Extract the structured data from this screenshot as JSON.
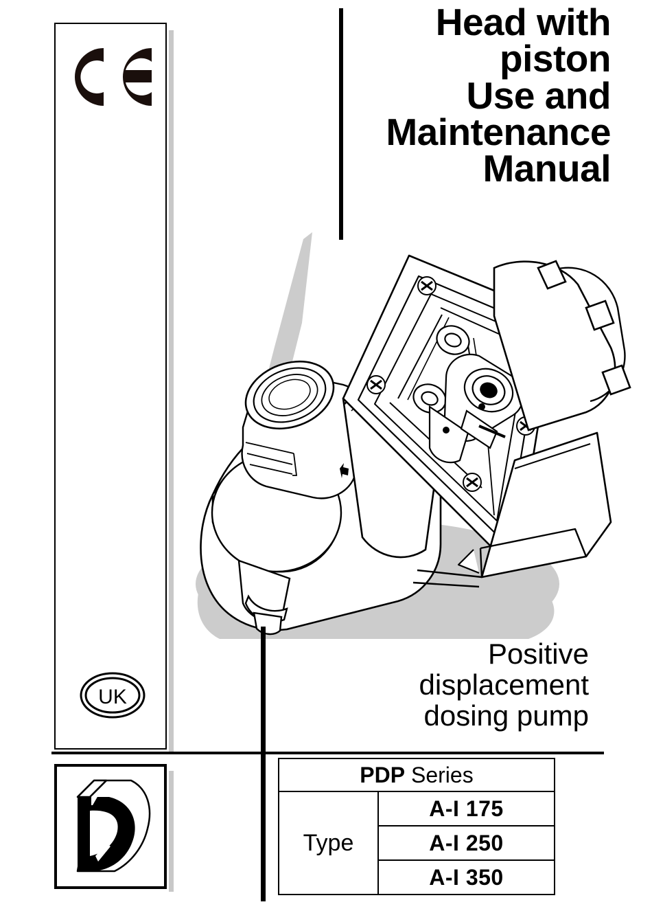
{
  "document": {
    "title_lines": [
      "Head with",
      "piston",
      "Use and",
      "Maintenance",
      "Manual"
    ],
    "subtitle_lines": [
      "Positive",
      "displacement",
      "dosing pump"
    ]
  },
  "certifications": {
    "ce_mark_label": "CE",
    "uk_mark_label": "UK"
  },
  "logo": {
    "name": "D"
  },
  "spec_table": {
    "header": {
      "bold": "PDP",
      "light": "Series"
    },
    "row_label": "Type",
    "models": [
      "A-I 175",
      "A-I 250",
      "A-I 350"
    ]
  },
  "illustration": {
    "caption": "pump-head-line-drawing"
  },
  "colors": {
    "ink": "#000000",
    "shadow_gray": "#c8c8c8",
    "drop_shadow_gray": "#cccccc",
    "page_background": "#ffffff"
  }
}
